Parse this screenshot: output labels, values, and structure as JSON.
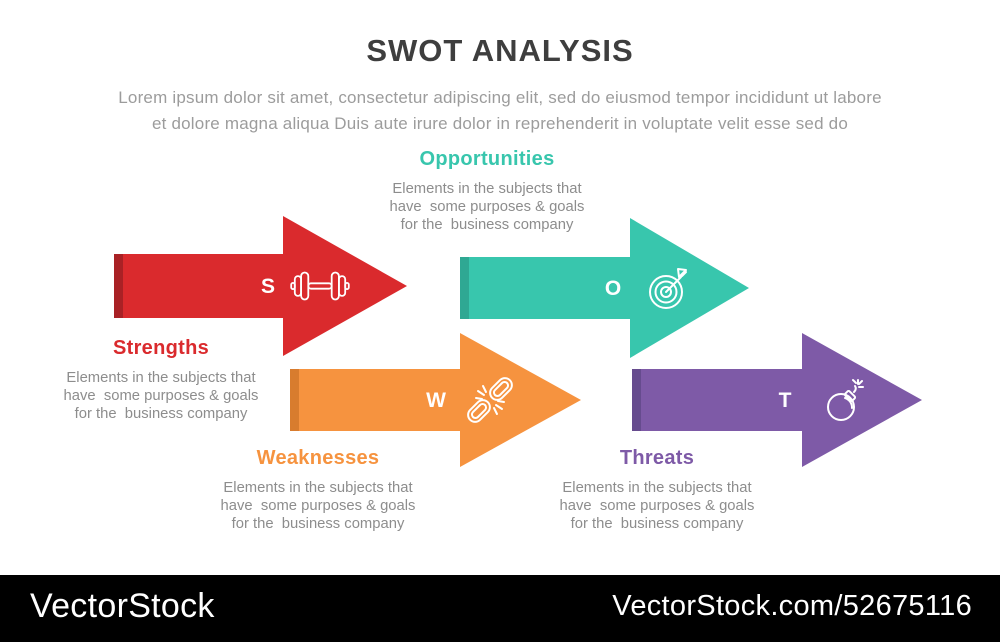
{
  "title": "SWOT ANALYSIS",
  "intro": "Lorem ipsum dolor sit amet, consectetur adipiscing elit, sed do eiusmod tempor incididunt ut labore\net dolore magna aliqua Duis aute irure dolor in reprehenderit in voluptate velit esse sed do",
  "sections": {
    "strengths": {
      "label": "Strengths",
      "letter": "S",
      "description": "Elements in the subjects that\nhave  some purposes & goals\nfor the  business company",
      "color": "#DA2A2D",
      "dark_color": "#A92125",
      "icon": "dumbbell-icon"
    },
    "opportunities": {
      "label": "Opportunities",
      "letter": "O",
      "description": "Elements in the subjects that\nhave  some purposes & goals\nfor the  business company",
      "color": "#38C6AD",
      "dark_color": "#2FA893",
      "icon": "target-icon"
    },
    "weaknesses": {
      "label": "Weaknesses",
      "letter": "W",
      "description": "Elements in the subjects that\nhave  some purposes & goals\nfor the  business company",
      "color": "#F6933F",
      "dark_color": "#D87C2E",
      "icon": "broken-chain-icon"
    },
    "threats": {
      "label": "Threats",
      "letter": "T",
      "description": "Elements in the subjects that\nhave  some purposes & goals\nfor the  business company",
      "color": "#7E5AA7",
      "dark_color": "#664B8E",
      "icon": "bomb-icon"
    }
  },
  "text_colors": {
    "title": "#3E3E3E",
    "intro": "#9C9C9C",
    "description": "#8D8D8D",
    "arrow_letter": "#FFFFFF"
  },
  "footer": {
    "brand": "VectorStock",
    "ref": "VectorStock.com/52675116",
    "background": "#000000",
    "text_color": "#FFFFFF"
  }
}
